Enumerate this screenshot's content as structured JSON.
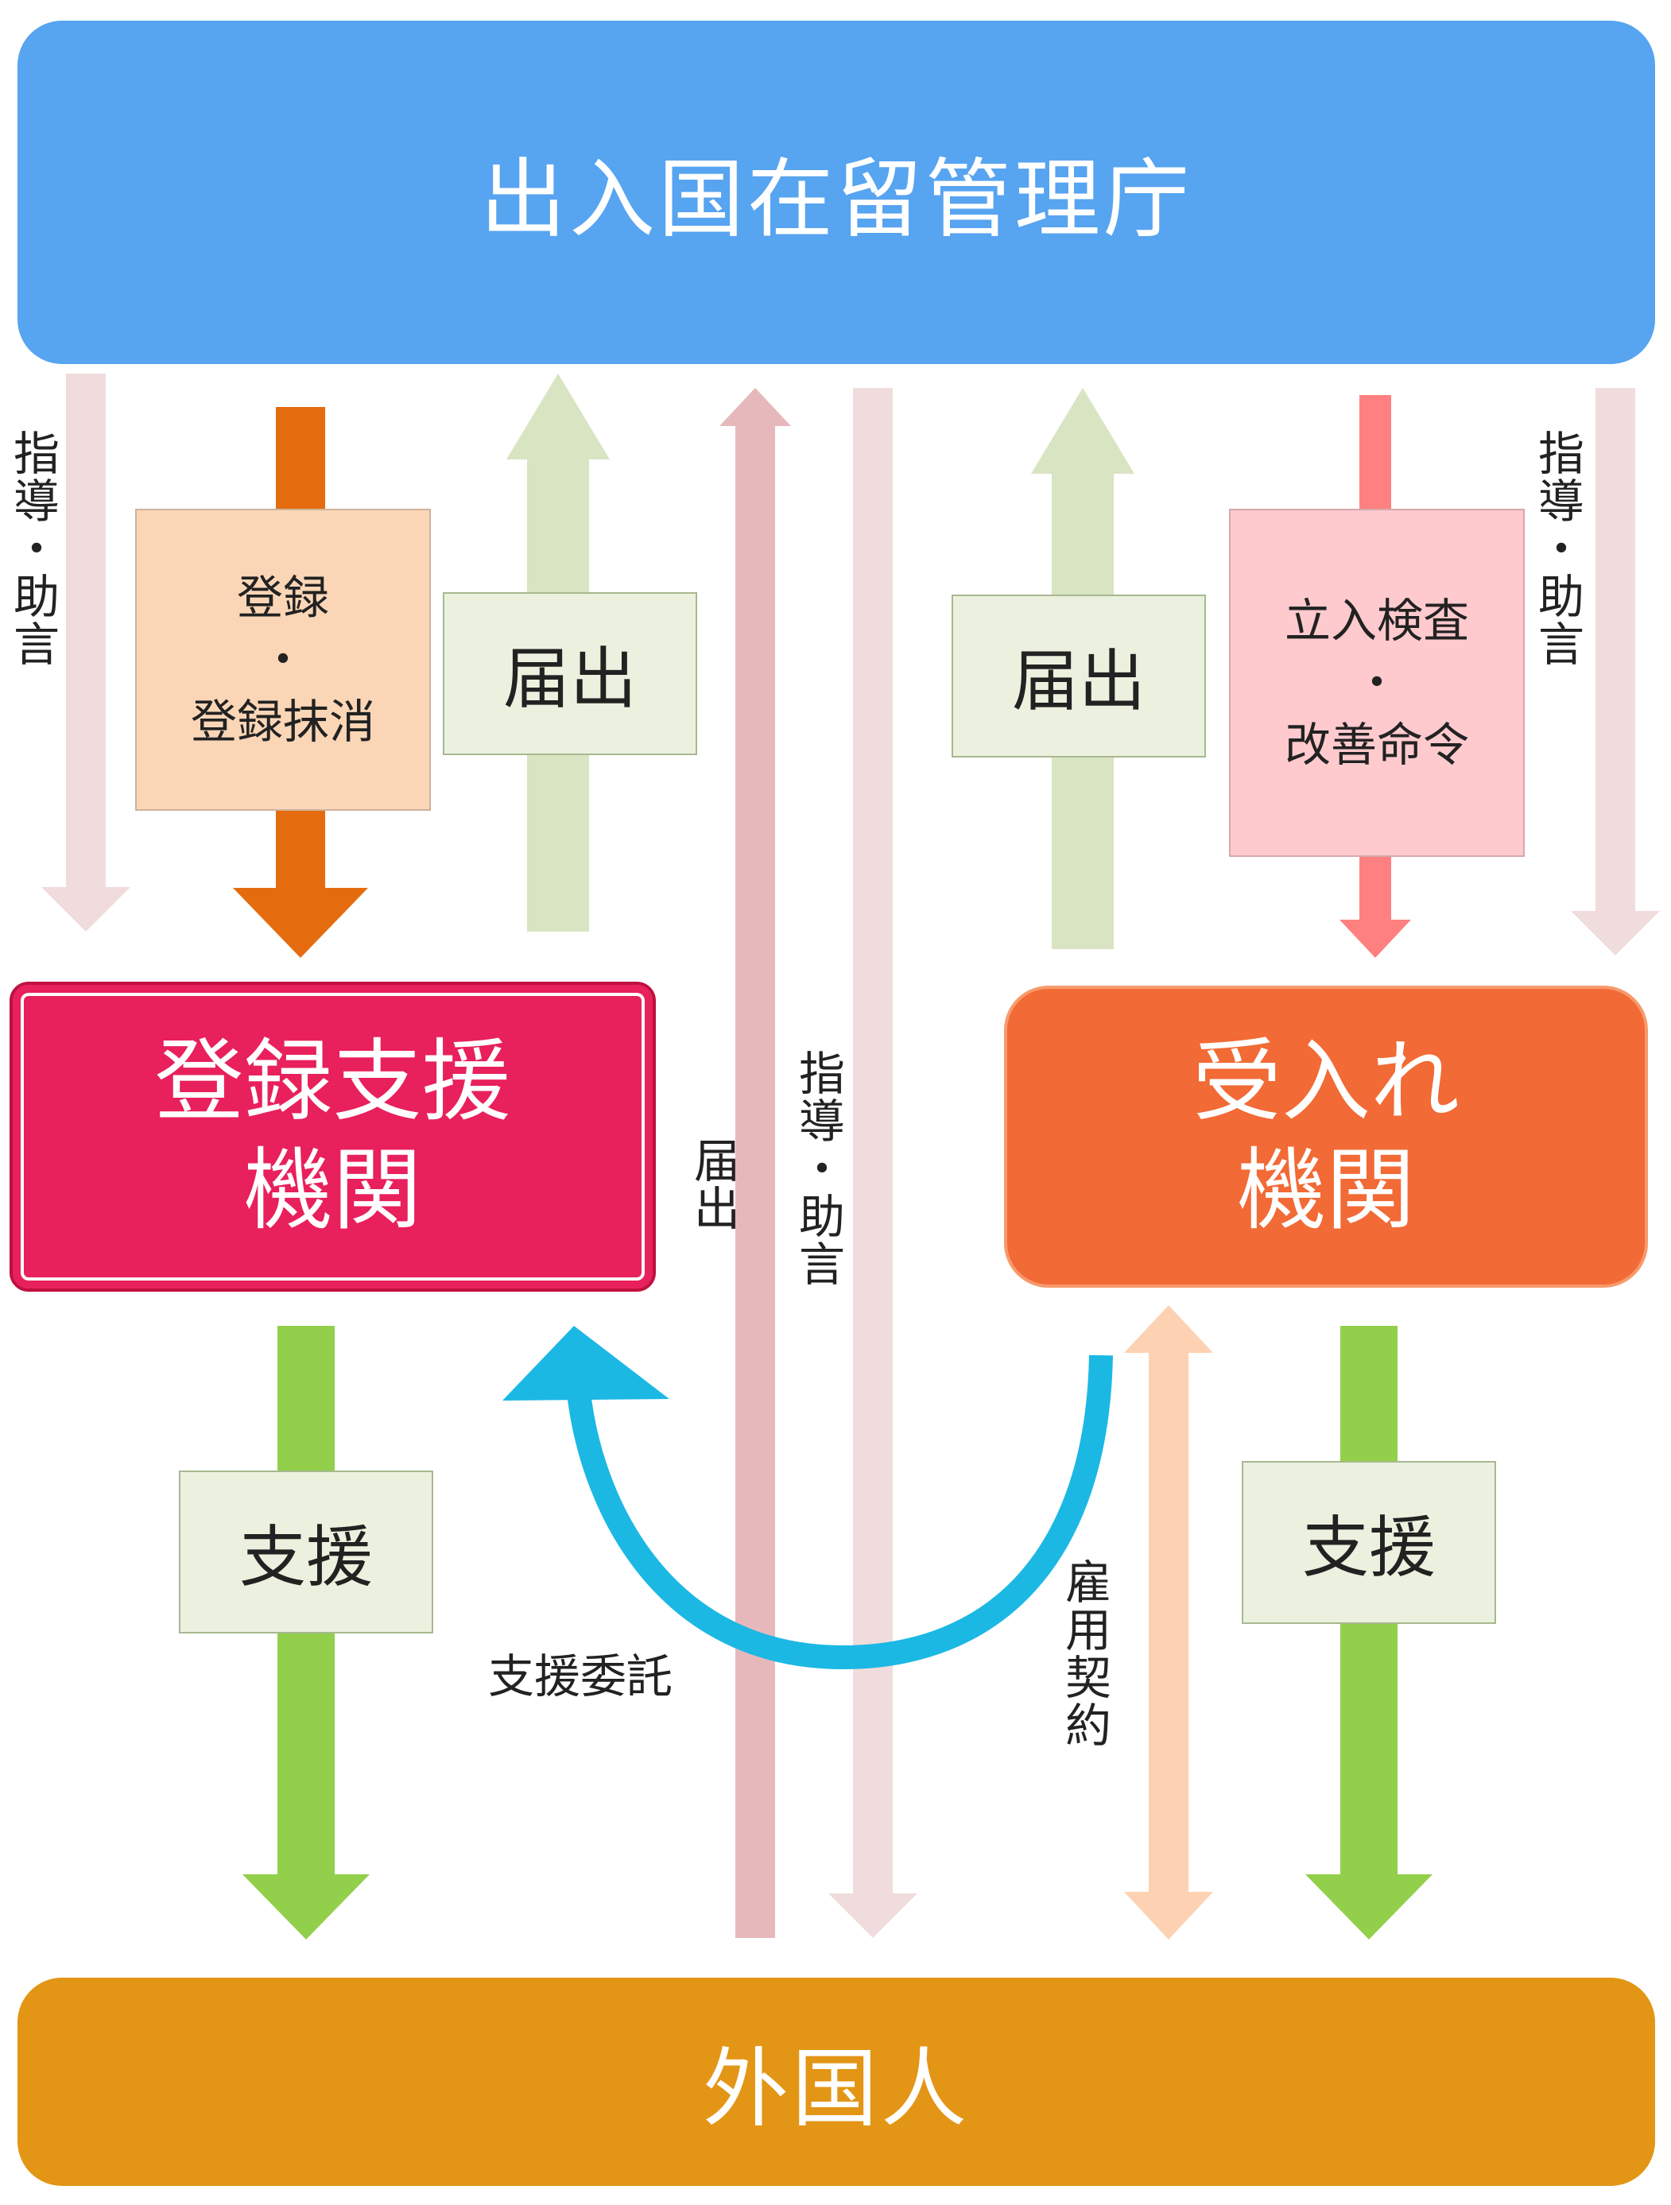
{
  "colors": {
    "immigration_agency": "#57a4f0",
    "foreigner": "#e39515",
    "registered_support_org": "#e8205b",
    "receiving_org": "#f26a35",
    "pale_pink_arrow": "#f0dcdc",
    "dark_orange_arrow": "#e46c0f",
    "pale_green_arrow": "#d8e4c2",
    "mauve_arrow": "#e7b8bb",
    "salmon_arrow": "#ff8080",
    "green_arrow": "#92cf4b",
    "peach_arrow": "#fdd2b2",
    "cyan_arrow": "#1cb8e4",
    "registration_box": "#fbd6b6",
    "inspection_box": "#ffcace",
    "green_box": "#ebf1de"
  },
  "immigration_agency": {
    "label": "出入国在留管理庁"
  },
  "foreigner": {
    "label": "外国人"
  },
  "registered_support_org": {
    "line1": "登録支援",
    "line2": "機関"
  },
  "receiving_org": {
    "line1": "受入れ",
    "line2": "機関"
  },
  "registration_box": {
    "line1": "登録",
    "line2": "・",
    "line3": "登録抹消"
  },
  "inspection_box": {
    "line1": "立入検査",
    "line2": "・",
    "line3": "改善命令"
  },
  "notify_box_left": {
    "label": "届出"
  },
  "notify_box_right": {
    "label": "届出"
  },
  "support_box_left": {
    "label": "支援"
  },
  "support_box_right": {
    "label": "支援"
  },
  "guidance_left": {
    "label": "指導・助言"
  },
  "guidance_right": {
    "label": "指導・助言"
  },
  "guidance_center": {
    "label": "指導・助言"
  },
  "notify_center": {
    "label": "届出"
  },
  "employment_contract": {
    "label": "雇用契約"
  },
  "support_consignment": {
    "label": "支援委託"
  }
}
